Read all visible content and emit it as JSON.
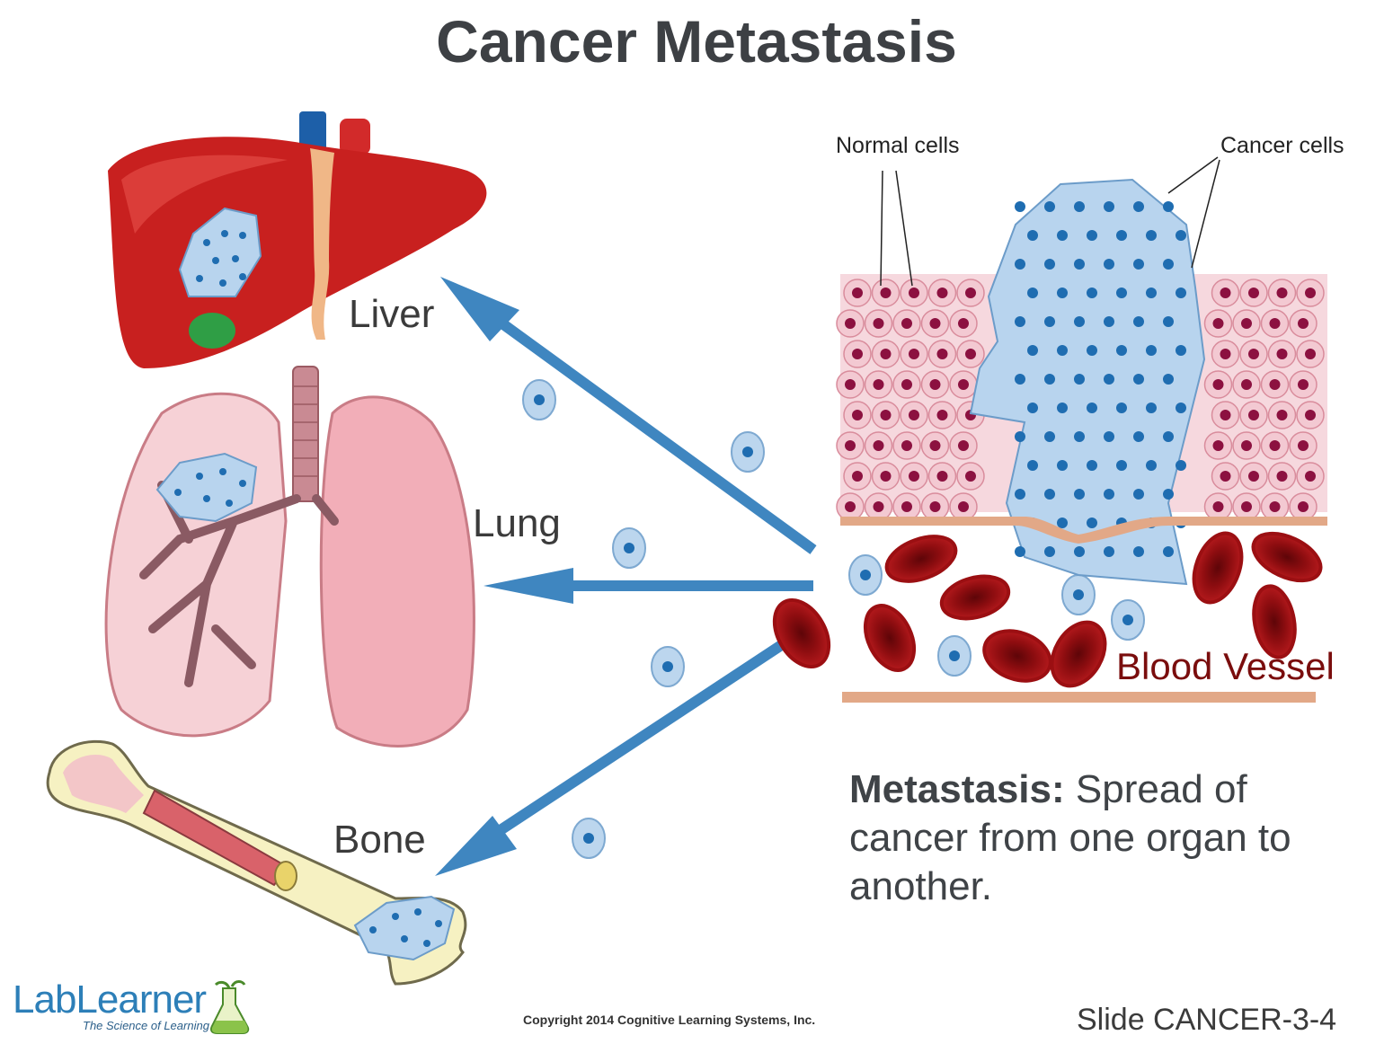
{
  "title": "Cancer Metastasis",
  "organs": {
    "liver": "Liver",
    "lung": "Lung",
    "bone": "Bone"
  },
  "tissue": {
    "normal_cells": "Normal cells",
    "cancer_cells": "Cancer cells",
    "blood_vessel": "Blood Vessel"
  },
  "definition": {
    "term": "Metastasis:",
    "text": " Spread of cancer from one organ to another."
  },
  "footer": {
    "logo_name": "LabLearner",
    "logo_tagline": "The Science of Learning",
    "copyright": "Copyright 2014 Cognitive Learning Systems, Inc.",
    "slide_id": "Slide CANCER-3-4"
  },
  "colors": {
    "arrow": "#3f86c0",
    "cancer_cell": "#a9cbe8",
    "nucleus": "#1f6db1",
    "normal_cell": "#f3c9d2",
    "normal_nucleus": "#8c1140",
    "blood_cell": "#9b0f12",
    "liver": "#c8201f",
    "lung": "#f1b5bd",
    "bone": "#f6f1c2"
  }
}
